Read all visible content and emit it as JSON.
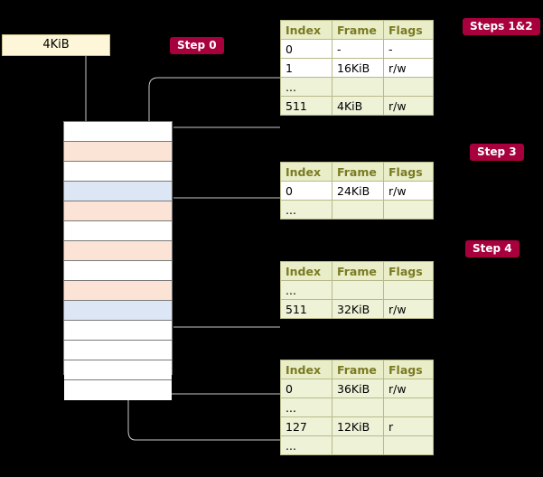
{
  "labels": {
    "kbox": "4KiB",
    "step0": "Step 0",
    "steps12": "Steps 1&2",
    "step3": "Step 3",
    "step4": "Step 4"
  },
  "columns": [
    "Index",
    "Frame",
    "Flags"
  ],
  "tables": [
    {
      "name": "table-steps-1-2",
      "rows": [
        [
          "0",
          "-",
          "-"
        ],
        [
          "1",
          "16KiB",
          "r/w"
        ],
        [
          "...",
          "",
          ""
        ],
        [
          "511",
          "4KiB",
          "r/w"
        ]
      ]
    },
    {
      "name": "table-step-3",
      "rows": [
        [
          "0",
          "24KiB",
          "r/w"
        ],
        [
          "...",
          "",
          ""
        ]
      ]
    },
    {
      "name": "table-step-4a",
      "rows": [
        [
          "...",
          "",
          ""
        ],
        [
          "511",
          "32KiB",
          "r/w"
        ]
      ]
    },
    {
      "name": "table-step-4b",
      "rows": [
        [
          "0",
          "36KiB",
          "r/w"
        ],
        [
          "...",
          "",
          ""
        ],
        [
          "127",
          "12KiB",
          "r"
        ],
        [
          "...",
          "",
          ""
        ]
      ]
    }
  ],
  "memory_rows": [
    "white",
    "peach",
    "white",
    "blue",
    "peach",
    "white",
    "peach",
    "white",
    "peach",
    "blue",
    "white",
    "white",
    "white",
    "white"
  ],
  "colors": {
    "badge": "#a8003c",
    "header": "#e9eec9",
    "header_text": "#7a7a22",
    "alt_row": "#eef2d7",
    "peach": "#fbe4d5",
    "blue": "#dce6f4",
    "kbox": "#fdf6d8",
    "background": "#000000",
    "wire": "#c9c9c9"
  }
}
